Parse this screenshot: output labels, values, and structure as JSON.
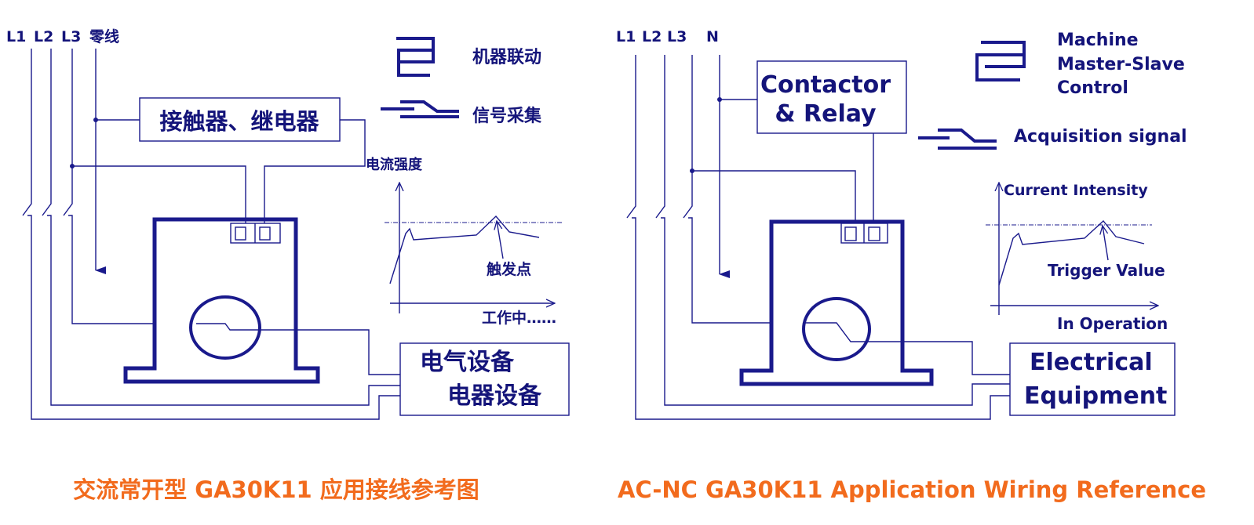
{
  "colors": {
    "line": "#1a1a8c",
    "text": "#14147a",
    "title": "#f26b1d"
  },
  "left": {
    "phases": [
      "L1",
      "L2",
      "L3",
      "零线"
    ],
    "relay_box": "接触器、继电器",
    "legend": {
      "linkage": "机器联动",
      "signal": "信号采集"
    },
    "chart": {
      "ylabel": "电流强度",
      "trigger": "触发点",
      "xlabel": "工作中……"
    },
    "equipment": [
      "电气设备",
      "电器设备"
    ],
    "title": "交流常开型 GA30K11 应用接线参考图"
  },
  "right": {
    "phases": [
      "L1",
      "L2",
      "L3",
      "N"
    ],
    "relay_box": [
      "Contactor",
      "& Relay"
    ],
    "legend": {
      "linkage": [
        "Machine",
        "Master-Slave",
        "Control"
      ],
      "signal": "Acquisition signal"
    },
    "chart": {
      "ylabel": "Current Intensity",
      "trigger": "Trigger Value",
      "xlabel": "In Operation"
    },
    "equipment": [
      "Electrical",
      "Equipment"
    ],
    "title": "AC-NC GA30K11 Application Wiring Reference"
  }
}
